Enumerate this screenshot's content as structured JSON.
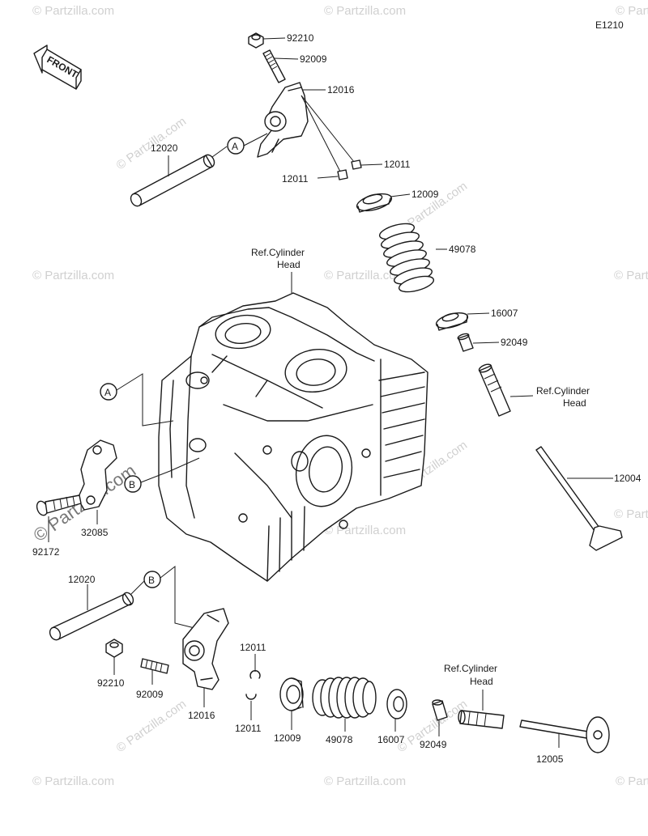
{
  "diagram_code": "E1210",
  "front_label": "FRONT",
  "watermark": "© Partzilla.com",
  "ref_cylinder_head": [
    "Ref.Cylinder",
    "Head"
  ],
  "callouts": {
    "a": "A",
    "b": "B"
  },
  "parts": {
    "p92210_top": "92210",
    "p92009_top": "92009",
    "p12016_top": "12016",
    "p12020_top": "12020",
    "p12011_top_right": "12011",
    "p12011_top_left": "12011",
    "p12009_top": "12009",
    "p49078_top": "49078",
    "p16007_top": "16007",
    "p92049_top": "92049",
    "p12004": "12004",
    "p32085": "32085",
    "p92172": "92172",
    "p12020_bottom": "12020",
    "p92210_bottom": "92210",
    "p92009_bottom": "92009",
    "p12016_bottom": "12016",
    "p12011_bottom_top": "12011",
    "p12011_bottom_low": "12011",
    "p12009_bottom": "12009",
    "p49078_bottom": "49078",
    "p16007_bottom": "16007",
    "p92049_bottom": "92049",
    "p12005": "12005"
  }
}
